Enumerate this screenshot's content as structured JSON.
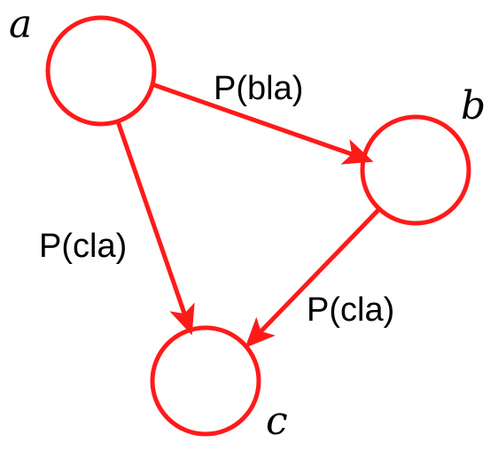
{
  "colors": {
    "accent": "#ff1a1a",
    "text": "#000000"
  },
  "nodes": {
    "a": {
      "label": "a"
    },
    "b": {
      "label": "b"
    },
    "c": {
      "label": "c"
    }
  },
  "edges": {
    "a_to_b": {
      "label": "P(bla)"
    },
    "a_to_c": {
      "label": "P(cla)"
    },
    "b_to_c": {
      "label": "P(cla)"
    }
  }
}
